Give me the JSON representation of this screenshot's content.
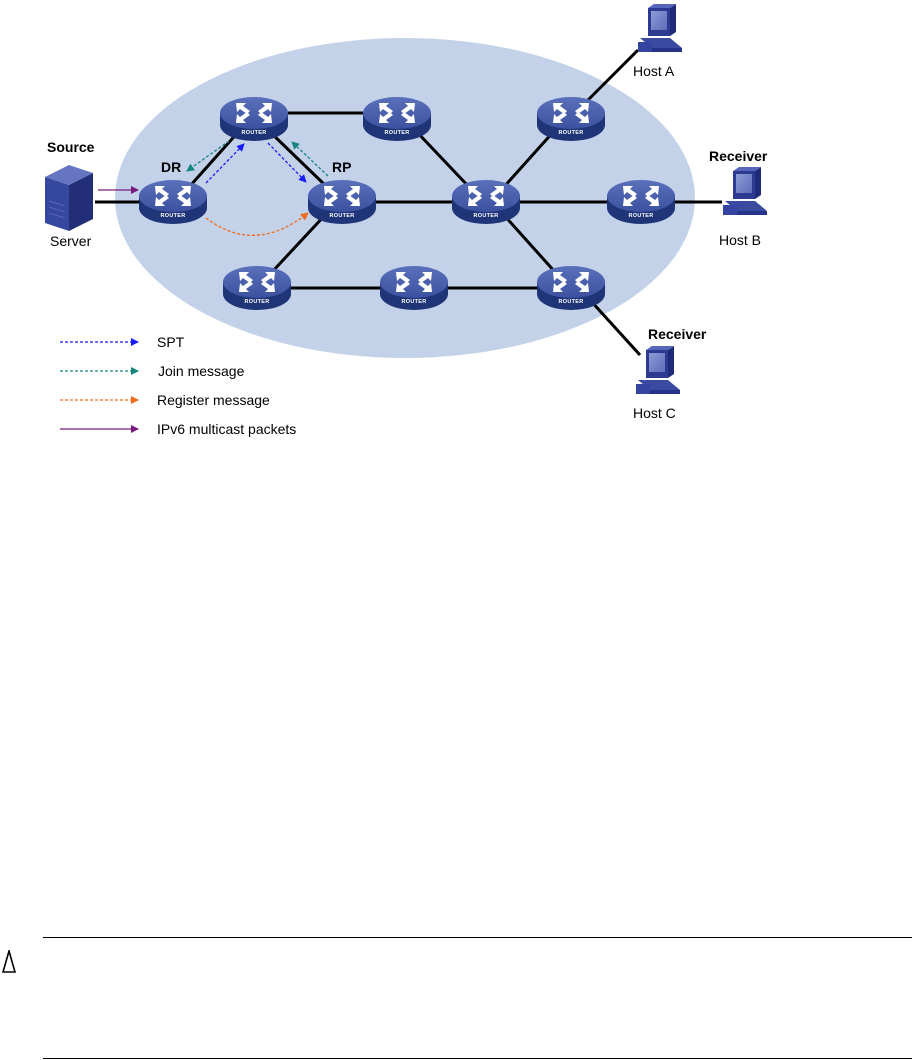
{
  "diagram": {
    "title_labels": {
      "source": "Source",
      "server": "Server",
      "dr": "DR",
      "rp": "RP",
      "host_a": "Host A",
      "host_b": "Host B",
      "host_c": "Host C",
      "receiver_b": "Receiver",
      "receiver_c": "Receiver"
    },
    "router_label": "ROUTER",
    "domain_color": "#c3d1e9",
    "router_color": "#3f56a3",
    "routers": [
      {
        "id": "dr",
        "role": "DR"
      },
      {
        "id": "r-top-left"
      },
      {
        "id": "rp",
        "role": "RP"
      },
      {
        "id": "r-top-mid"
      },
      {
        "id": "r-top-right"
      },
      {
        "id": "r-center"
      },
      {
        "id": "r-right"
      },
      {
        "id": "r-bottom-left"
      },
      {
        "id": "r-bottom-mid"
      },
      {
        "id": "r-bottom-right"
      }
    ],
    "links": [
      [
        "server",
        "dr"
      ],
      [
        "dr",
        "r-top-left"
      ],
      [
        "r-top-left",
        "rp"
      ],
      [
        "r-top-left",
        "r-top-mid"
      ],
      [
        "r-top-mid",
        "r-center"
      ],
      [
        "rp",
        "r-center"
      ],
      [
        "r-center",
        "r-top-right"
      ],
      [
        "r-center",
        "r-right"
      ],
      [
        "r-center",
        "r-bottom-right"
      ],
      [
        "rp",
        "r-bottom-left"
      ],
      [
        "r-bottom-left",
        "r-bottom-mid"
      ],
      [
        "r-bottom-mid",
        "r-bottom-right"
      ],
      [
        "r-top-right",
        "host-a"
      ],
      [
        "r-right",
        "host-b"
      ],
      [
        "r-bottom-right",
        "host-c"
      ]
    ],
    "flows": [
      {
        "type": "spt",
        "from": "dr",
        "to": "r-top-left"
      },
      {
        "type": "spt",
        "from": "r-top-left",
        "to": "rp"
      },
      {
        "type": "join",
        "from": "r-top-left",
        "to": "dr"
      },
      {
        "type": "join",
        "from": "rp",
        "to": "r-top-left"
      },
      {
        "type": "register",
        "from": "dr",
        "to": "rp"
      },
      {
        "type": "multicast",
        "from": "server",
        "to": "dr"
      }
    ],
    "legend": [
      {
        "key": "spt",
        "label": "SPT",
        "color": "#1a1aff",
        "style": "dashed"
      },
      {
        "key": "join",
        "label": "Join message",
        "color": "#16857d",
        "style": "dashed"
      },
      {
        "key": "register",
        "label": "Register message",
        "color": "#f26b1d",
        "style": "dashed"
      },
      {
        "key": "multicast",
        "label": "IPv6 multicast packets",
        "color": "#7a1a7f",
        "style": "solid"
      }
    ]
  },
  "caution": {
    "icon": "caution-triangle-icon"
  }
}
